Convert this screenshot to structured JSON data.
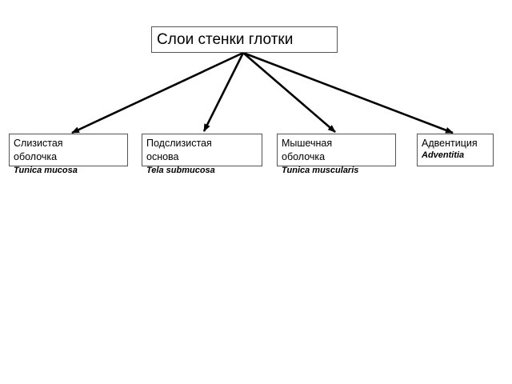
{
  "root": {
    "label": "Слои стенки глотки"
  },
  "children": [
    {
      "line1": "Слизистая",
      "line2": "оболочка",
      "latin": "Tunica mucosa"
    },
    {
      "line1": "Подслизистая",
      "line2": "основа",
      "latin": "Tela submucosa"
    },
    {
      "line1": "Мышечная",
      "line2": "оболочка",
      "latin": "Tunica muscularis"
    },
    {
      "line1": "Адвентиция",
      "latin": "Adventitia"
    }
  ],
  "colors": {
    "arrow": "#000000",
    "box_border": "#555555"
  }
}
